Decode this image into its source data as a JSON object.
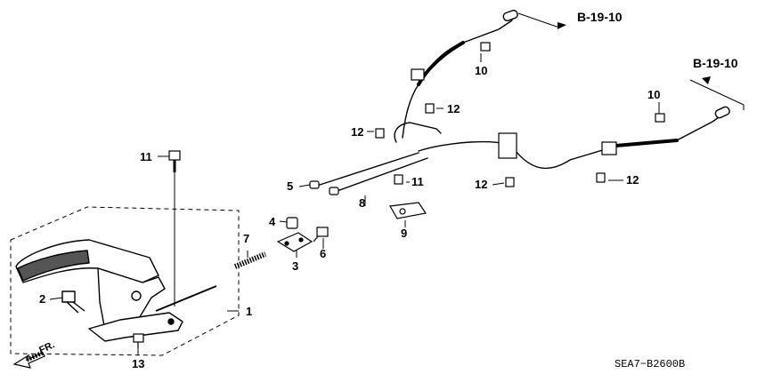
{
  "diagram": {
    "callouts": {
      "c1": "1",
      "c2": "2",
      "c3": "3",
      "c4": "4",
      "c5": "5",
      "c6": "6",
      "c7": "7",
      "c8": "8",
      "c9": "9",
      "c10a": "10",
      "c10b": "10",
      "c11a": "11",
      "c11b": "11",
      "c12a": "12",
      "c12b": "12",
      "c12c": "12",
      "c12d": "12",
      "c13": "13"
    },
    "refs": {
      "upper": "B-19-10",
      "right": "B-19-10"
    },
    "front_label": "FR.",
    "diagram_code": "SEA7−B2600B"
  }
}
